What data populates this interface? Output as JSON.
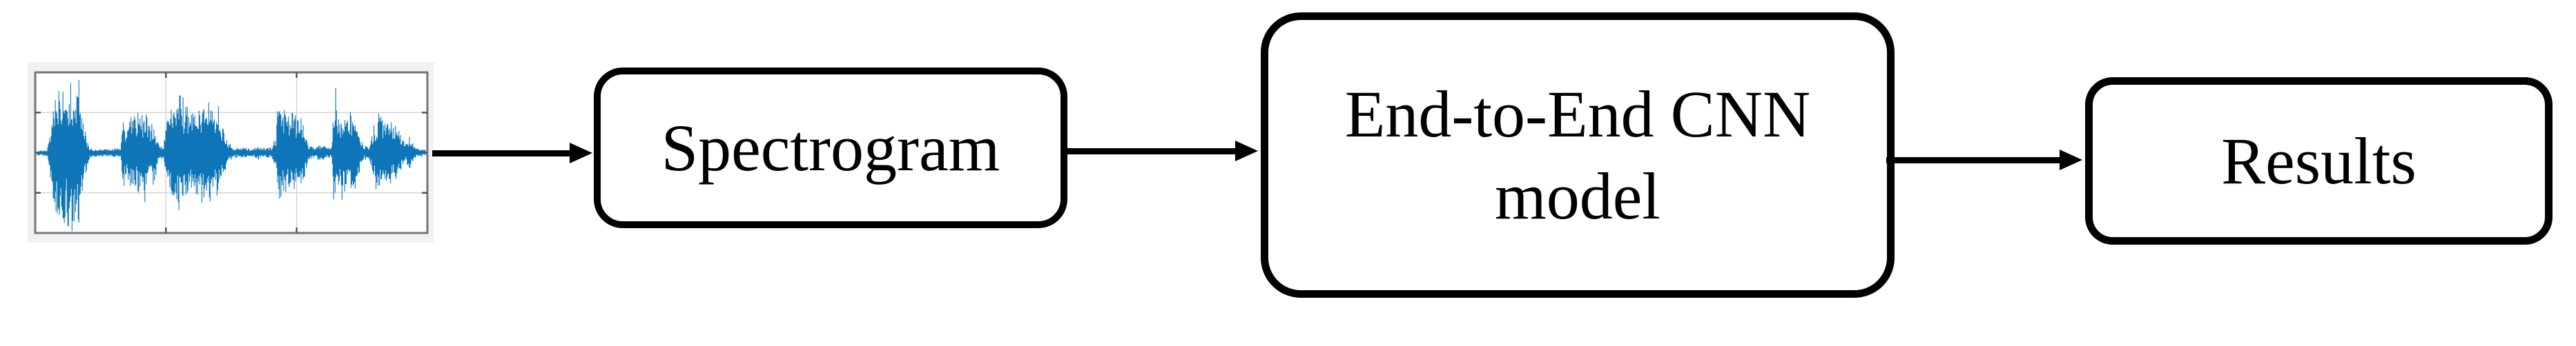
{
  "figure": {
    "kind": "flow-diagram",
    "background": "#ffffff",
    "flow_order": [
      "audio-waveform",
      "spectrogram",
      "cnn-model",
      "results"
    ],
    "connections": [
      {
        "from": "audio-waveform",
        "to": "spectrogram"
      },
      {
        "from": "spectrogram",
        "to": "cnn-model"
      },
      {
        "from": "cnn-model",
        "to": "results"
      }
    ]
  },
  "nodes": {
    "waveform": {
      "kind": "waveform-plot",
      "description": "audio waveform signal plot"
    },
    "spectrogram": {
      "label": "Spectrogram"
    },
    "cnn": {
      "label": "End-to-End CNN model"
    },
    "results": {
      "label": "Results"
    }
  },
  "colors": {
    "box_fill": "#ffffff",
    "box_border": "#000000",
    "text": "#000000",
    "arrow": "#000000",
    "waveform_line": "#0e76b8",
    "figure_bg": "#f1f1f1",
    "axes_bg": "#ffffff",
    "axes_frame": "#757575",
    "grid": "#d4d4d4",
    "tick": "#555555"
  },
  "waveform": {
    "seed": 7,
    "samples": 560,
    "envelope": [
      [
        0.0,
        0.03
      ],
      [
        0.025,
        0.04
      ],
      [
        0.035,
        0.3
      ],
      [
        0.045,
        0.8
      ],
      [
        0.055,
        0.65
      ],
      [
        0.065,
        0.9
      ],
      [
        0.075,
        0.7
      ],
      [
        0.085,
        1.0
      ],
      [
        0.095,
        0.75
      ],
      [
        0.105,
        0.85
      ],
      [
        0.115,
        0.5
      ],
      [
        0.125,
        0.25
      ],
      [
        0.135,
        0.06
      ],
      [
        0.15,
        0.05
      ],
      [
        0.175,
        0.05
      ],
      [
        0.2,
        0.06
      ],
      [
        0.215,
        0.05
      ],
      [
        0.222,
        0.62
      ],
      [
        0.228,
        0.3
      ],
      [
        0.235,
        0.4
      ],
      [
        0.245,
        0.55
      ],
      [
        0.255,
        0.45
      ],
      [
        0.262,
        0.6
      ],
      [
        0.272,
        0.5
      ],
      [
        0.282,
        0.55
      ],
      [
        0.292,
        0.35
      ],
      [
        0.3,
        0.45
      ],
      [
        0.308,
        0.2
      ],
      [
        0.315,
        0.08
      ],
      [
        0.325,
        0.1
      ],
      [
        0.335,
        0.45
      ],
      [
        0.345,
        0.7
      ],
      [
        0.355,
        0.55
      ],
      [
        0.365,
        0.8
      ],
      [
        0.375,
        0.6
      ],
      [
        0.385,
        0.7
      ],
      [
        0.395,
        0.5
      ],
      [
        0.405,
        0.75
      ],
      [
        0.415,
        0.55
      ],
      [
        0.425,
        0.7
      ],
      [
        0.435,
        0.6
      ],
      [
        0.445,
        0.72
      ],
      [
        0.455,
        0.5
      ],
      [
        0.465,
        0.6
      ],
      [
        0.475,
        0.4
      ],
      [
        0.485,
        0.25
      ],
      [
        0.495,
        0.1
      ],
      [
        0.51,
        0.06
      ],
      [
        0.53,
        0.07
      ],
      [
        0.55,
        0.06
      ],
      [
        0.57,
        0.08
      ],
      [
        0.59,
        0.06
      ],
      [
        0.605,
        0.08
      ],
      [
        0.615,
        0.2
      ],
      [
        0.622,
        0.8
      ],
      [
        0.63,
        0.55
      ],
      [
        0.64,
        0.6
      ],
      [
        0.65,
        0.5
      ],
      [
        0.66,
        0.62
      ],
      [
        0.67,
        0.45
      ],
      [
        0.68,
        0.55
      ],
      [
        0.69,
        0.3
      ],
      [
        0.7,
        0.1
      ],
      [
        0.715,
        0.07
      ],
      [
        0.73,
        0.12
      ],
      [
        0.745,
        0.08
      ],
      [
        0.758,
        0.07
      ],
      [
        0.766,
        0.85
      ],
      [
        0.774,
        0.45
      ],
      [
        0.782,
        0.5
      ],
      [
        0.79,
        0.55
      ],
      [
        0.8,
        0.45
      ],
      [
        0.81,
        0.55
      ],
      [
        0.82,
        0.4
      ],
      [
        0.83,
        0.3
      ],
      [
        0.84,
        0.1
      ],
      [
        0.855,
        0.08
      ],
      [
        0.868,
        0.35
      ],
      [
        0.878,
        0.45
      ],
      [
        0.888,
        0.5
      ],
      [
        0.898,
        0.4
      ],
      [
        0.908,
        0.48
      ],
      [
        0.918,
        0.35
      ],
      [
        0.928,
        0.42
      ],
      [
        0.938,
        0.25
      ],
      [
        0.948,
        0.1
      ],
      [
        0.96,
        0.22
      ],
      [
        0.972,
        0.08
      ],
      [
        0.985,
        0.05
      ],
      [
        1.0,
        0.04
      ]
    ],
    "down_bias": [
      [
        0.0,
        1.25
      ],
      [
        0.13,
        1.25
      ],
      [
        0.17,
        1.0
      ],
      [
        1.0,
        1.0
      ]
    ]
  }
}
